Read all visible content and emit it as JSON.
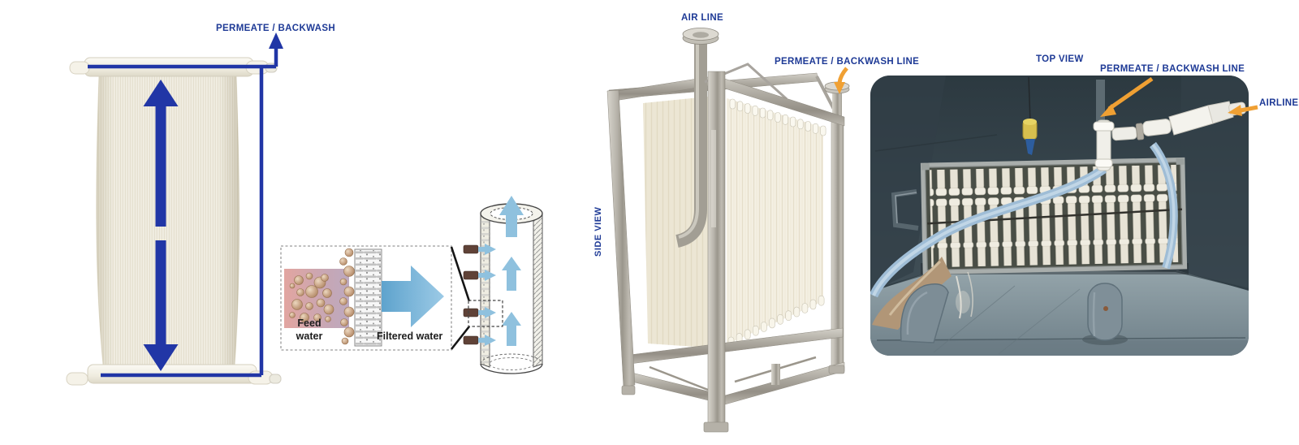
{
  "module_illustration": {
    "permeate_backwash_label": "PERMEATE / BACKWASH"
  },
  "filtration_detail": {
    "feed_water_label": "Feed water",
    "filtered_water_label": "Filtered water"
  },
  "side_view_photo": {
    "view_label": "SIDE VIEW",
    "air_line_label": "AIR LINE",
    "permeate_backwash_line_label": "PERMEATE / BACKWASH LINE"
  },
  "top_view_photo": {
    "view_label": "TOP VIEW",
    "permeate_backwash_line_label": "PERMEATE / BACKWASH LINE",
    "airline_label": "AIRLINE"
  },
  "colors": {
    "label_blue": "#1e3a96",
    "arrow_royal_blue": "#2136a6",
    "diagram_light_blue": "#8fc1de",
    "filtered_arrow_blue": "#6aabd2",
    "annotation_orange": "#f0a033",
    "membrane_cream": "#f1eee3",
    "steel_gray": "#b2aea5",
    "tank_interior_slate": "#3a4850",
    "hose_light_blue": "#a3c2d9",
    "feed_band_pink": "#dfa3a0",
    "particle_tan": "#c6a182"
  }
}
